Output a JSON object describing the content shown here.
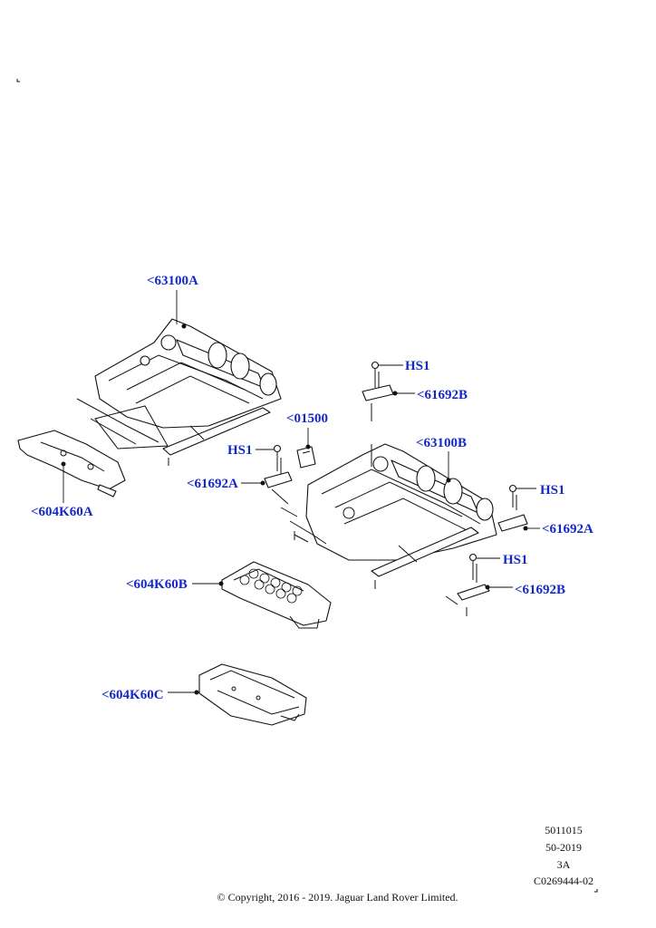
{
  "callouts": {
    "c63100a": "<63100A",
    "c604k60a": "<604K60A",
    "c01500": "<01500",
    "hs1_a": "HS1",
    "c61692a_left": "<61692A",
    "hs1_b": "HS1",
    "c61692b_top": "<61692B",
    "c63100b": "<63100B",
    "hs1_c": "HS1",
    "c61692a_right": "<61692A",
    "hs1_d": "HS1",
    "c61692b_bottom": "<61692B",
    "c604k60b": "<604K60B",
    "c604k60c": "<604K60C"
  },
  "meta": {
    "code": "5011015",
    "date": "50-2019",
    "rev": "3A",
    "illustration": "C0269444-02"
  },
  "copyright": "© Copyright, 2016 - 2019. Jaguar Land Rover Limited."
}
